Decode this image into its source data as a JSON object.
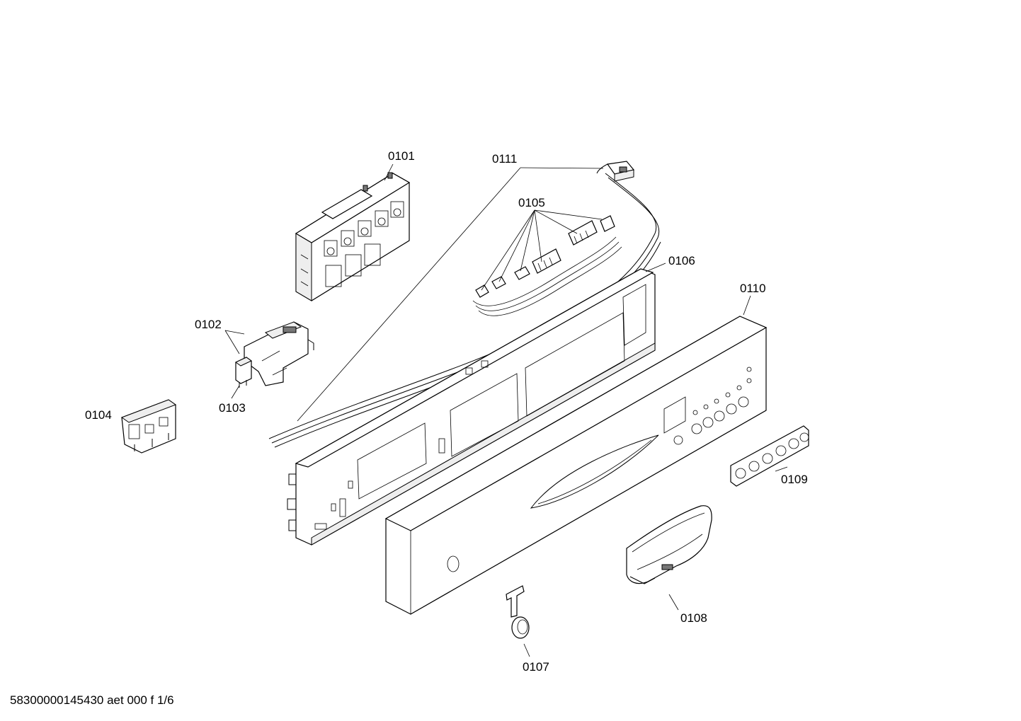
{
  "labels": {
    "p0101": "0101",
    "p0102": "0102",
    "p0103": "0103",
    "p0104": "0104",
    "p0105": "0105",
    "p0106": "0106",
    "p0107": "0107",
    "p0108": "0108",
    "p0109": "0109",
    "p0110": "0110",
    "p0111": "0111"
  },
  "footer": "58300000145430 aet 000 f 1/6"
}
